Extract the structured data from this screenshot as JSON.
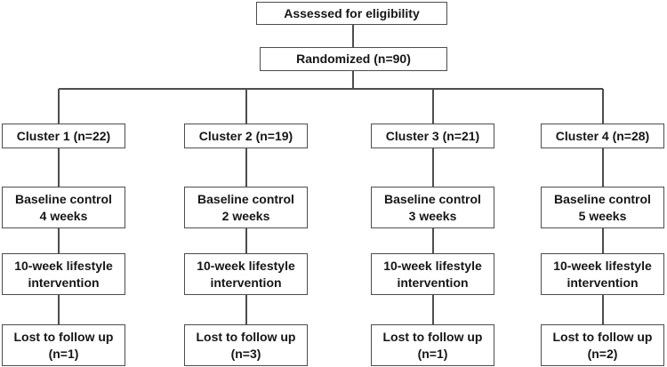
{
  "flow": {
    "assessed_label": "Assessed for eligibility",
    "randomized_label": "Randomized (n=90)",
    "columns": [
      {
        "cluster_label": "Cluster 1 (n=22)",
        "baseline": [
          "Baseline control",
          "4 weeks"
        ],
        "intervention": [
          "10-week lifestyle",
          "intervention"
        ],
        "lost": [
          "Lost to follow up",
          "(n=1)"
        ]
      },
      {
        "cluster_label": "Cluster 2 (n=19)",
        "baseline": [
          "Baseline control",
          "2 weeks"
        ],
        "intervention": [
          "10-week lifestyle",
          "intervention"
        ],
        "lost": [
          "Lost to follow up",
          "(n=3)"
        ]
      },
      {
        "cluster_label": "Cluster 3 (n=21)",
        "baseline": [
          "Baseline control",
          "3 weeks"
        ],
        "intervention": [
          "10-week lifestyle",
          "intervention"
        ],
        "lost": [
          "Lost to follow up",
          "(n=1)"
        ]
      },
      {
        "cluster_label": "Cluster 4 (n=28)",
        "baseline": [
          "Baseline control",
          "5 weeks"
        ],
        "intervention": [
          "10-week lifestyle",
          "intervention"
        ],
        "lost": [
          "Lost to follow up",
          "(n=2)"
        ]
      }
    ],
    "colors": {
      "box_border": "#4d4d4d",
      "connector_line": "#4d4d4d",
      "text": "#161616",
      "background": "#ffffff"
    }
  }
}
